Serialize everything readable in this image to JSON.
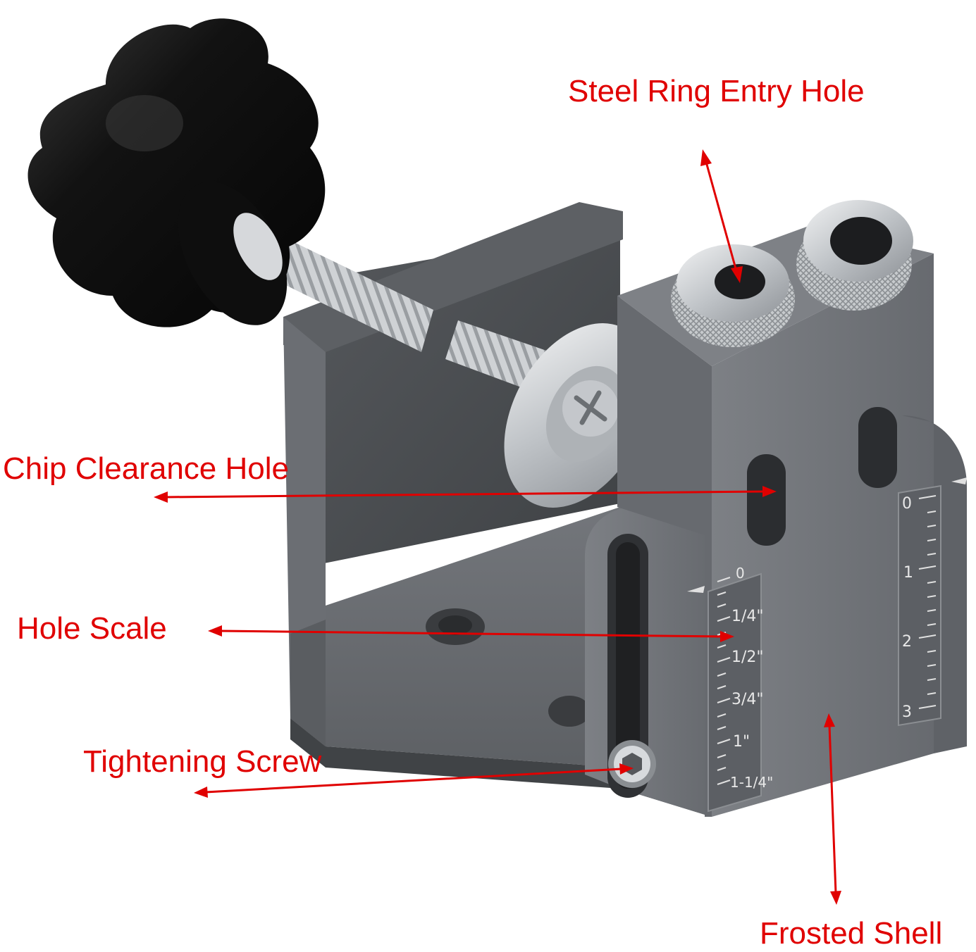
{
  "colors": {
    "annotation": "#e00000",
    "body_dark": "#4d5054",
    "body_mid": "#6a6d72",
    "body_light": "#82868b",
    "knob": "#111111",
    "steel": "#c9ccd0",
    "scale_text": "#e8e8e8"
  },
  "callouts": {
    "steel_ring": "Steel Ring Entry Hole",
    "chip_clearance": "Chip Clearance Hole",
    "hole_scale": "Hole Scale",
    "tightening": "Tightening Screw",
    "frosted_shell": "Frosted Shell"
  },
  "scale_left": {
    "t0": "0",
    "t1": "1/4\"",
    "t2": "1/2\"",
    "t3": "3/4\"",
    "t4": "1\"",
    "t5": "1-1/4\""
  },
  "scale_right": {
    "t0": "0",
    "t1": "1",
    "t2": "2",
    "t3": "3"
  },
  "icons": {
    "knob": "star-knob-icon",
    "screw": "hex-screw-icon"
  }
}
